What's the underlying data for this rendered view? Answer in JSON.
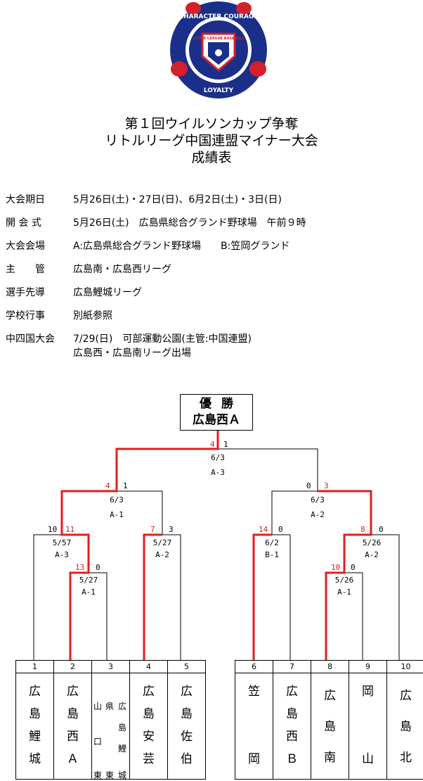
{
  "titles": [
    "第１回ウイルソンカップ争奪",
    "リトルリーグ中国連盟マイナー大会",
    "成績表"
  ],
  "logo": {
    "top_text": "CHARACTER  COURAGE",
    "bottom_text": "LOYALTY",
    "inner_text": "LITTLE LEAGUE BASEBALL",
    "colors": {
      "navy": "#1a2f8a",
      "red": "#d4202a"
    }
  },
  "info": [
    {
      "label": "大会期日",
      "value": "5月26日(土)・27日(日)、6月2日(土)・3日(日)"
    },
    {
      "label": "開 会 式",
      "value": "5月26日(土)　広島県総合グランド野球場　午前９時"
    },
    {
      "label": "大会会場",
      "value": "A:広島県総合グランド野球場　　B:笠岡グランド"
    },
    {
      "label": "主　　管",
      "value": "広島南・広島西リーグ"
    },
    {
      "label": "選手先導",
      "value": "広島鯉城リーグ"
    },
    {
      "label": "学校行事",
      "value": "別紙参照"
    },
    {
      "label": "中四国大会",
      "value": "7/29(日)　可部運動公園(主管:中国連盟)",
      "value2": "広島西・広島南リーグ出場"
    }
  ],
  "winner": {
    "label": "優勝",
    "team": "広島西Ａ"
  },
  "colors": {
    "win_line": "#e0201c",
    "win_score": "#e0201c"
  },
  "games": [
    {
      "id": "final",
      "left_score": "4",
      "right_score": "1",
      "date": "6/3",
      "venue": "A-3"
    },
    {
      "id": "semi1",
      "left_score": "4",
      "right_score": "1",
      "date": "6/3",
      "venue": "A-1"
    },
    {
      "id": "semi2",
      "left_score": "0",
      "right_score": "3",
      "date": "6/3",
      "venue": "A-2"
    },
    {
      "id": "q1",
      "left_score": "10",
      "right_score": "11",
      "date": "5/57",
      "venue": "A-3"
    },
    {
      "id": "q2",
      "left_score": "7",
      "right_score": "3",
      "date": "5/27",
      "venue": "A-2"
    },
    {
      "id": "q3",
      "left_score": "14",
      "right_score": "0",
      "date": "6/2",
      "venue": "B-1"
    },
    {
      "id": "q4",
      "left_score": "8",
      "right_score": "0",
      "date": "5/26",
      "venue": "A-2"
    },
    {
      "id": "r1",
      "left_score": "13",
      "right_score": "0",
      "date": "5/27",
      "venue": "A-1"
    },
    {
      "id": "r2",
      "left_score": "10",
      "right_score": "0",
      "date": "5/26",
      "venue": "A-1"
    }
  ],
  "teams_left": [
    {
      "no": "1",
      "chars": [
        "広",
        "島",
        "鯉",
        "城"
      ]
    },
    {
      "no": "2",
      "chars": [
        "広",
        "島",
        "西",
        "Ａ"
      ]
    },
    {
      "no": "3",
      "chars": [
        "山",
        "県",
        "広",
        "口",
        "島",
        "鯉",
        "東",
        "東",
        "城"
      ]
    },
    {
      "no": "4",
      "chars": [
        "広",
        "島",
        "安",
        "芸"
      ]
    },
    {
      "no": "5",
      "chars": [
        "広",
        "島",
        "佐",
        "伯"
      ]
    }
  ],
  "teams_right": [
    {
      "no": "6",
      "chars": [
        "笠",
        "",
        "",
        "岡"
      ]
    },
    {
      "no": "7",
      "chars": [
        "広",
        "島",
        "西",
        "Ｂ"
      ]
    },
    {
      "no": "8",
      "chars": [
        "広",
        "島",
        "南"
      ]
    },
    {
      "no": "9",
      "chars": [
        "岡",
        "",
        "",
        "山"
      ]
    },
    {
      "no": "10",
      "chars": [
        "広",
        "島",
        "北"
      ]
    }
  ]
}
